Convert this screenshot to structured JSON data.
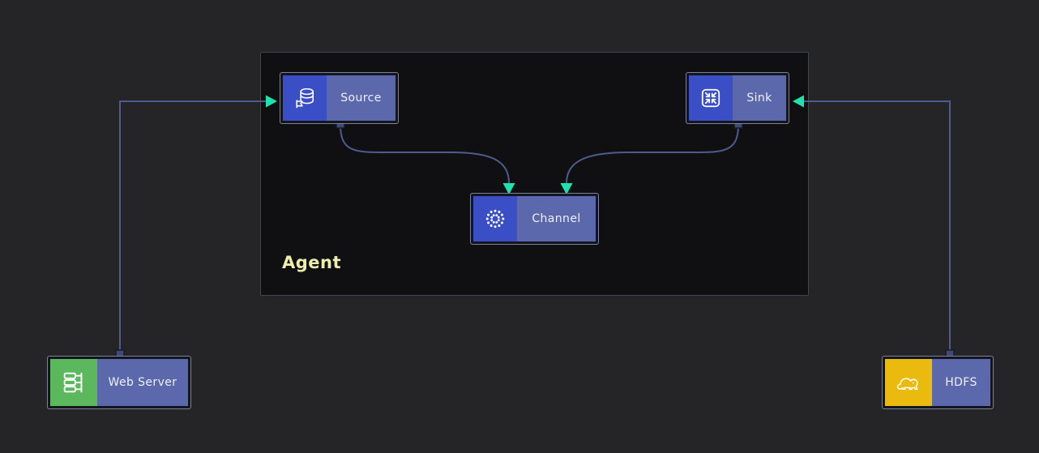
{
  "agent": {
    "label": "Agent"
  },
  "nodes": [
    {
      "id": "source",
      "label": "Source",
      "icon": "database-hand-icon",
      "icon_bg": "#3a4ec6"
    },
    {
      "id": "sink",
      "label": "Sink",
      "icon": "compress-arrows-icon",
      "icon_bg": "#3a4ec6"
    },
    {
      "id": "channel",
      "label": "Channel",
      "icon": "dotted-circle-icon",
      "icon_bg": "#3a4ec6"
    },
    {
      "id": "web-server",
      "label": "Web Server",
      "icon": "server-tree-icon",
      "icon_bg": "#5cb85c"
    },
    {
      "id": "hdfs",
      "label": "HDFS",
      "icon": "hadoop-elephant-icon",
      "icon_bg": "#eaba0e"
    }
  ],
  "edges": [
    {
      "from": "web-server",
      "to": "source"
    },
    {
      "from": "hdfs",
      "to": "sink"
    },
    {
      "from": "source",
      "to": "channel"
    },
    {
      "from": "sink",
      "to": "channel"
    }
  ],
  "colors": {
    "canvas_bg": "#252527",
    "edge": "#4d5c8c",
    "arrow": "#1fe3ae",
    "node_label_bg": "#5b69ac",
    "node_label_text": "#eef0f5",
    "node_outline": "#7b8295",
    "node_border_bg": "#14161f",
    "agent_bg": "#101013",
    "agent_border": "#3e4558",
    "agent_label_text": "#eeeeaa",
    "handle": "#3d4a7a"
  }
}
